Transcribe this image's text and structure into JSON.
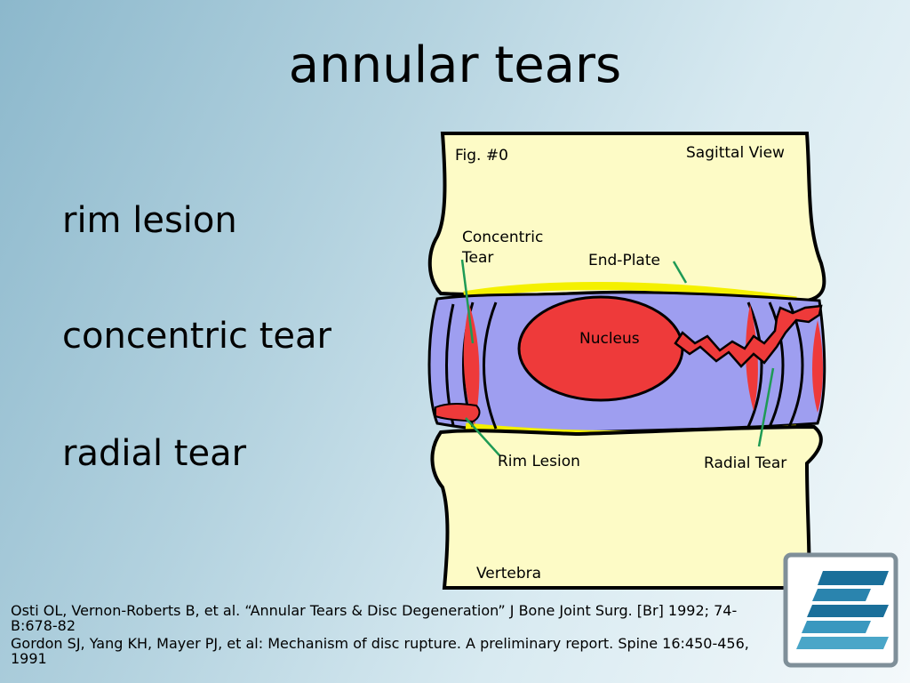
{
  "slide": {
    "title": "annular tears",
    "bullets": [
      "rim lesion",
      "concentric tear",
      "radial tear"
    ]
  },
  "figure": {
    "fig_label": "Fig. #0",
    "view_label": "Sagittal View",
    "labels": {
      "concentric_line1": "Concentric",
      "concentric_line2": "Tear",
      "end_plate": "End-Plate",
      "nucleus": "Nucleus",
      "rim_lesion": "Rim Lesion",
      "radial_tear": "Radial Tear",
      "vertebra": "Vertebra"
    },
    "colors": {
      "bone": "#fdfbc6",
      "disc": "#9e9ef0",
      "nucleus": "#ee3a3a",
      "end_plate": "#f4f000",
      "pointer": "#1e9a55"
    }
  },
  "references": [
    " Osti OL, Vernon-Roberts B, et al. “Annular Tears & Disc Degeneration” J Bone Joint Surg. [Br] 1992; 74-B:678-82",
    " Gordon SJ, Yang KH, Mayer PJ, et al: Mechanism of disc rupture. A preliminary report. Spine 16:450-456, 1991"
  ],
  "logo": {
    "icon": "company-logo-icon",
    "colors": [
      "#1a6f9a",
      "#4aa6c8"
    ]
  }
}
